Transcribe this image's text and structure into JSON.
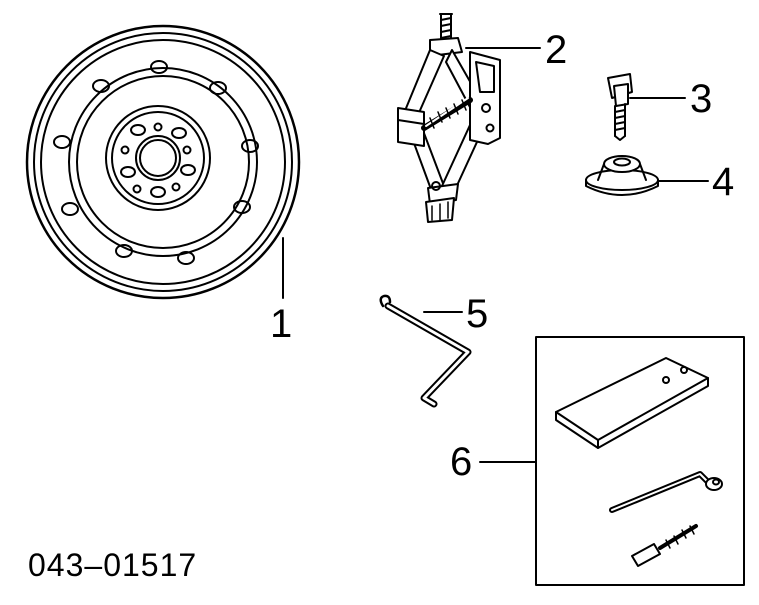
{
  "diagram": {
    "callouts": {
      "c1": "1",
      "c2": "2",
      "c3": "3",
      "c4": "4",
      "c5": "5",
      "c6": "6"
    },
    "part_code": "043–01517"
  },
  "parts": [
    {
      "callout": "1",
      "icon": "spare-wheel-icon"
    },
    {
      "callout": "2",
      "icon": "scissor-jack-icon"
    },
    {
      "callout": "3",
      "icon": "hold-down-bolt-icon"
    },
    {
      "callout": "4",
      "icon": "jack-base-icon"
    },
    {
      "callout": "5",
      "icon": "jack-handle-icon"
    },
    {
      "callout": "6",
      "icon": "tool-kit-icon"
    }
  ],
  "colors": {
    "ink": "#000000",
    "background": "#ffffff",
    "fill": "#ffffff"
  }
}
